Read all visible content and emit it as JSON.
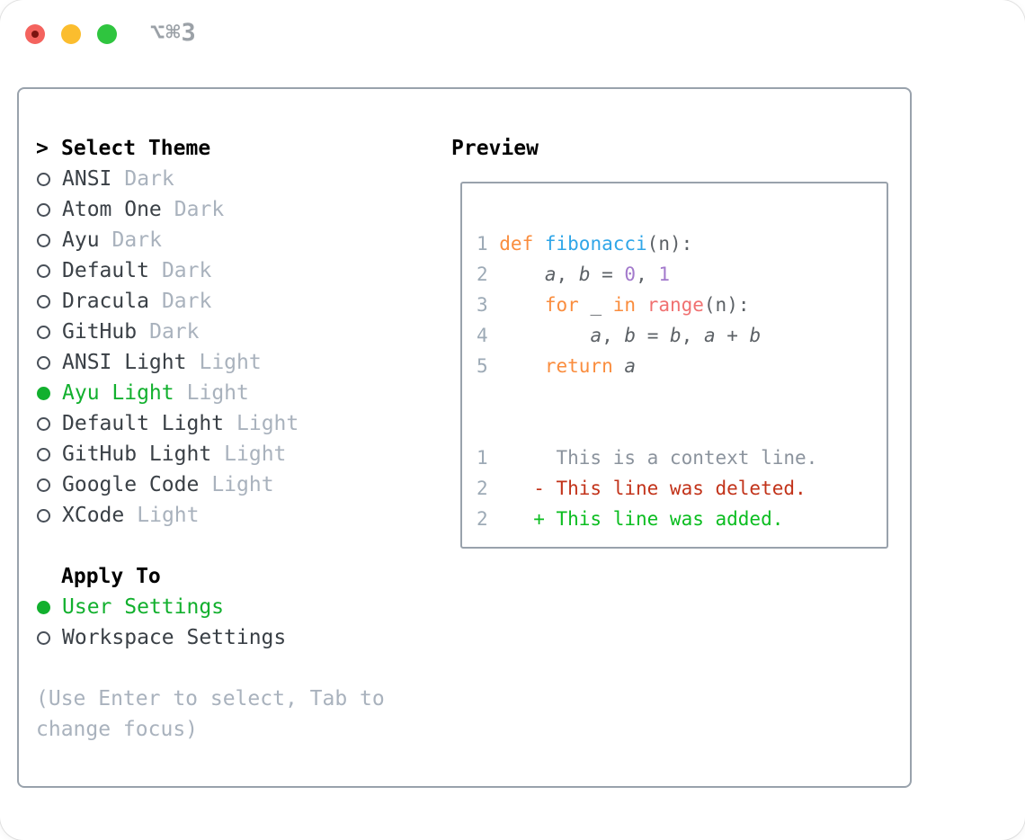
{
  "window": {
    "shortcut": "⌥⌘3",
    "traffic_lights": [
      "close",
      "minimize",
      "zoom"
    ]
  },
  "theme_picker": {
    "title": "Select Theme",
    "title_prefix": ">",
    "themes": [
      {
        "name": "ANSI",
        "variant": "Dark",
        "selected": false
      },
      {
        "name": "Atom One",
        "variant": "Dark",
        "selected": false
      },
      {
        "name": "Ayu",
        "variant": "Dark",
        "selected": false
      },
      {
        "name": "Default",
        "variant": "Dark",
        "selected": false
      },
      {
        "name": "Dracula",
        "variant": "Dark",
        "selected": false
      },
      {
        "name": "GitHub",
        "variant": "Dark",
        "selected": false
      },
      {
        "name": "ANSI Light",
        "variant": "Light",
        "selected": false
      },
      {
        "name": "Ayu Light",
        "variant": "Light",
        "selected": true
      },
      {
        "name": "Default Light",
        "variant": "Light",
        "selected": false
      },
      {
        "name": "GitHub Light",
        "variant": "Light",
        "selected": false
      },
      {
        "name": "Google Code",
        "variant": "Light",
        "selected": false
      },
      {
        "name": "XCode",
        "variant": "Light",
        "selected": false
      }
    ],
    "apply_to": {
      "title": "Apply To",
      "options": [
        {
          "label": "User Settings",
          "selected": true
        },
        {
          "label": "Workspace Settings",
          "selected": false
        }
      ]
    },
    "help_text": "(Use Enter to select, Tab to change focus)"
  },
  "preview": {
    "title": "Preview",
    "code_lines": [
      {
        "num": "1",
        "tokens": [
          {
            "t": "def",
            "c": "keyword"
          },
          {
            "t": " ",
            "c": "plain"
          },
          {
            "t": "fibonacci",
            "c": "function"
          },
          {
            "t": "(n):",
            "c": "plain"
          }
        ]
      },
      {
        "num": "2",
        "tokens": [
          {
            "t": "    ",
            "c": "plain"
          },
          {
            "t": "a",
            "c": "variable"
          },
          {
            "t": ", ",
            "c": "plain"
          },
          {
            "t": "b",
            "c": "variable"
          },
          {
            "t": " = ",
            "c": "plain"
          },
          {
            "t": "0",
            "c": "number"
          },
          {
            "t": ", ",
            "c": "plain"
          },
          {
            "t": "1",
            "c": "number"
          }
        ]
      },
      {
        "num": "3",
        "tokens": [
          {
            "t": "    ",
            "c": "plain"
          },
          {
            "t": "for",
            "c": "keyword"
          },
          {
            "t": " _ ",
            "c": "plain"
          },
          {
            "t": "in",
            "c": "keyword"
          },
          {
            "t": " ",
            "c": "plain"
          },
          {
            "t": "range",
            "c": "special"
          },
          {
            "t": "(n):",
            "c": "plain"
          }
        ]
      },
      {
        "num": "4",
        "tokens": [
          {
            "t": "        ",
            "c": "plain"
          },
          {
            "t": "a",
            "c": "variable"
          },
          {
            "t": ", ",
            "c": "plain"
          },
          {
            "t": "b",
            "c": "variable"
          },
          {
            "t": " = ",
            "c": "plain"
          },
          {
            "t": "b",
            "c": "variable"
          },
          {
            "t": ", ",
            "c": "plain"
          },
          {
            "t": "a",
            "c": "variable"
          },
          {
            "t": " + ",
            "c": "plain"
          },
          {
            "t": "b",
            "c": "variable"
          }
        ]
      },
      {
        "num": "5",
        "tokens": [
          {
            "t": "    ",
            "c": "plain"
          },
          {
            "t": "return",
            "c": "keyword"
          },
          {
            "t": " ",
            "c": "plain"
          },
          {
            "t": "a",
            "c": "variable"
          }
        ]
      }
    ],
    "diff_lines": [
      {
        "num": "1",
        "sign": " ",
        "text": "This is a context line.",
        "type": "context"
      },
      {
        "num": "2",
        "sign": "-",
        "text": "This line was deleted.",
        "type": "deleted"
      },
      {
        "num": "2",
        "sign": "+",
        "text": "This line was added.",
        "type": "added"
      }
    ]
  },
  "colors": {
    "accent_green": "#12b02e",
    "panel_border": "#99a2ac",
    "radio_ring": "#484f58",
    "list_name": "#3a4046",
    "list_tag": "#a9b2bd",
    "title_text": "#000000",
    "help_text": "#a9b2bd",
    "titlebar_text": "#9ba1a7",
    "traffic_red": "#f4635e",
    "traffic_red_dot": "#7c1410",
    "traffic_yellow": "#fbbd2e",
    "traffic_green": "#2fc53f",
    "line_number": "#9daab6",
    "code_plain": "#5c6166",
    "keyword": "#fa8d3e",
    "function": "#2fa6e8",
    "special": "#f07171",
    "number": "#a37acc",
    "diff_context": "#8b939d",
    "diff_deleted": "#c2331a",
    "diff_added": "#0bbd20"
  }
}
